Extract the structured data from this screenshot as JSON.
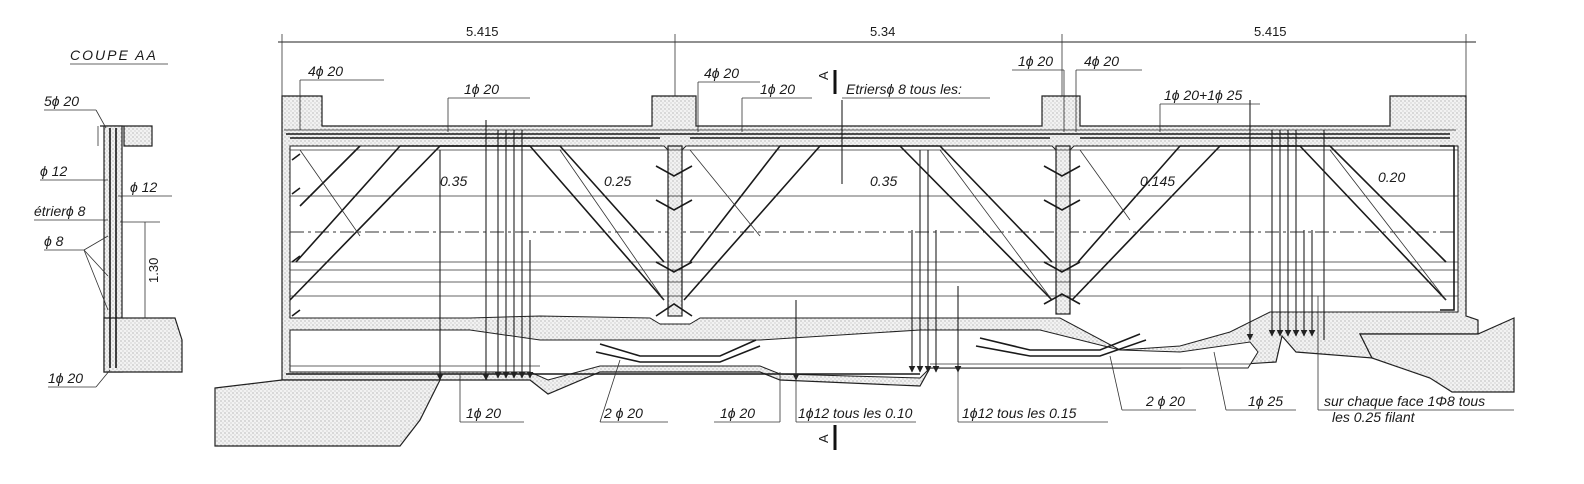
{
  "section": {
    "title": "COUPE  AA",
    "labels": {
      "top_bars": "5ϕ 20",
      "bar_phi12_left": "ϕ 12",
      "bar_phi12_right": "ϕ 12",
      "stirrup": "étrierϕ 8",
      "phi8": "ϕ 8",
      "height": "1.30",
      "bottom_bar": "1ϕ 20"
    }
  },
  "elevation": {
    "spans": [
      "5.415",
      "5.34",
      "5.415"
    ],
    "section_mark": "A",
    "top_labels": {
      "bar_4phi20_a": "4ϕ 20",
      "bar_1phi20_a": "1ϕ 20",
      "bar_4phi20_b": "4ϕ 20",
      "bar_1phi20_b": "1ϕ 20",
      "stirrups": "Etriersϕ 8 tous les:",
      "bar_1phi20_c": "1ϕ 20",
      "bar_4phi20_c": "4ϕ 20",
      "bar_1phi20_25": "1ϕ 20+1ϕ 25"
    },
    "spacings": [
      "0.35",
      "0.25",
      "0.35",
      "0.145",
      "0.20"
    ],
    "bottom_labels": {
      "bar_1phi20_d": "1ϕ 20",
      "bar_2phi20_a": "2 ϕ 20",
      "bar_1phi20_e": "1ϕ 20",
      "phi12_010": "1ϕ12 tous les 0.10",
      "phi12_015": "1ϕ12 tous les 0.15",
      "bar_2phi20_b": "2 ϕ 20",
      "bar_1phi25": "1ϕ 25",
      "face_line1": "sur chaque face 1Φ8 tous",
      "face_line2": "les 0.25 filant"
    }
  }
}
